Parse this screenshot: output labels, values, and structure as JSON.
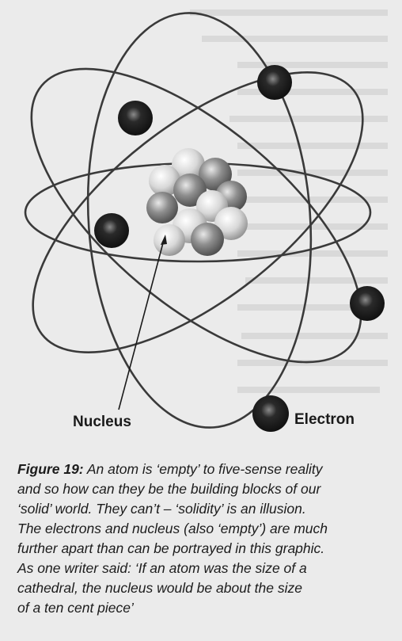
{
  "labels": {
    "nucleus": "Nucleus",
    "electron": "Electron"
  },
  "caption": {
    "figure": "Figure 19:",
    "lines": [
      " An atom is ‘empty’ to five-sense reality",
      "and so how can they be the building blocks of our",
      "‘solid’ world. They can’t – ‘solidity’ is an illusion.",
      "The electrons and nucleus (also ‘empty’) are much",
      "further apart than can be portrayed in this graphic.",
      "As one writer said: ‘If an atom was the size of a",
      "cathedral, the nucleus would be about the size",
      "of a ten cent piece’"
    ]
  },
  "colors": {
    "background": "#ebebeb",
    "orbit": "#3c3c3c",
    "electron": "#1e1e1e",
    "nucleon_dark": "#777777",
    "nucleon_light": "#d9d9d9"
  }
}
